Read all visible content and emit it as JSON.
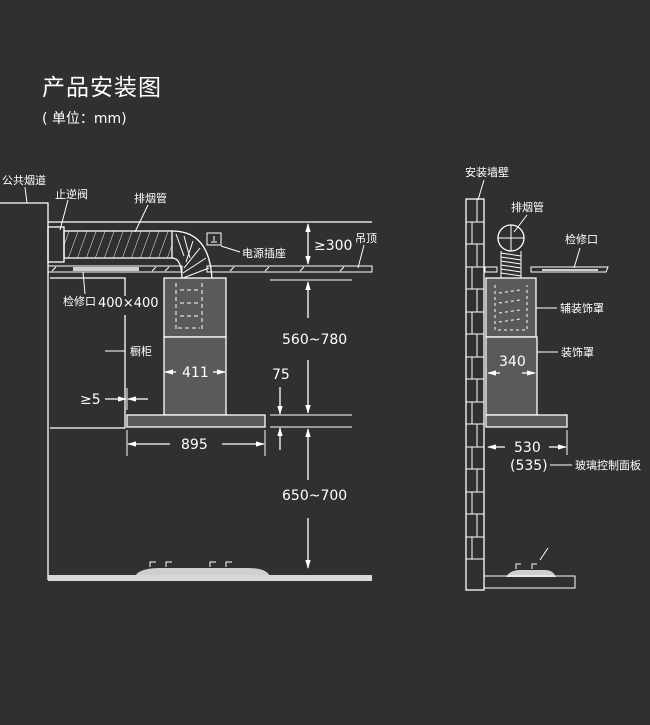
{
  "header": {
    "title": "产品安装图",
    "subtitle": "( 单位：mm)"
  },
  "front_view": {
    "labels": {
      "public_flue": "公共烟道",
      "check_valve": "止逆阀",
      "exhaust_pipe": "排烟管",
      "power_socket": "电源插座",
      "ceiling": "吊顶",
      "access_port": "检修口",
      "cabinet": "橱柜"
    },
    "dimensions": {
      "ceiling_gap": "≥300",
      "access_size": "400×400",
      "hood_height": "560~780",
      "body_width": "411",
      "plate_thickness": "75",
      "side_gap": "≥5",
      "hood_width": "895",
      "cooktop_distance": "650~700"
    }
  },
  "side_view": {
    "labels": {
      "wall": "安装墙壁",
      "exhaust_pipe": "排烟管",
      "access_port": "检修口",
      "aux_cover": "辅装饰罩",
      "cover": "装饰罩",
      "glass_panel": "玻璃控制面板"
    },
    "dimensions": {
      "cover_width": "340",
      "depth": "530",
      "depth_alt": "(535)"
    }
  }
}
